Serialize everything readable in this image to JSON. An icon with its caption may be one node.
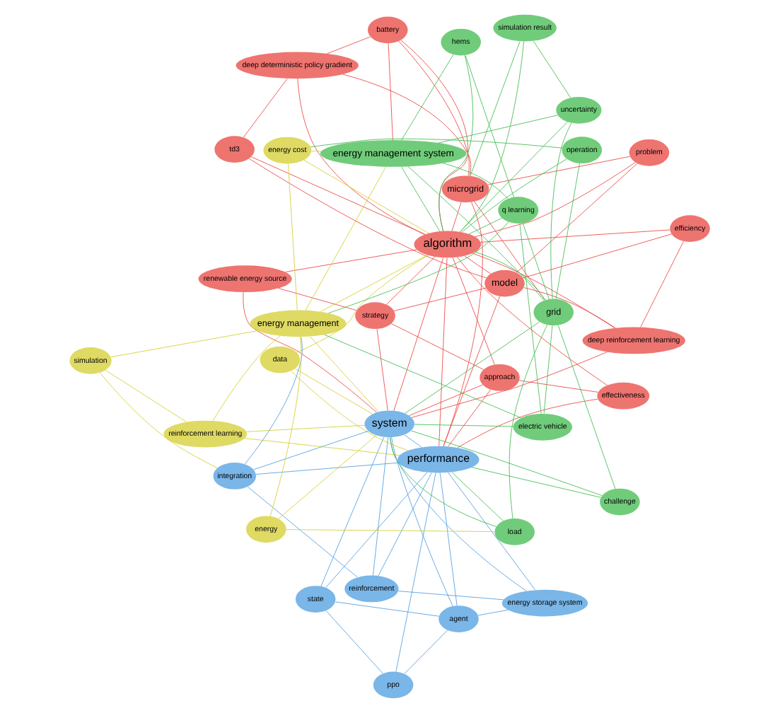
{
  "diagram": {
    "nodes": [
      {
        "text": [
          "td3"
        ]
      },
      {
        "text": [
          "efficiency"
        ]
      },
      {
        "text": [
          "deep reinforcement learning"
        ]
      },
      {
        "text": [
          "renewable energy source"
        ]
      },
      {
        "text": [
          "model"
        ]
      },
      {
        "text": [
          "deep deterministic policy gradient"
        ]
      },
      {
        "text": [
          "strategy"
        ]
      },
      {
        "text": [
          "problem"
        ]
      },
      {
        "text": [
          "battery"
        ]
      },
      {
        "text": [
          "effectiveness"
        ]
      },
      {
        "text": [
          "ppo"
        ]
      },
      {
        "text": [
          "state"
        ]
      },
      {
        "text": [
          "approach"
        ]
      },
      {
        "text": [
          "microgrid"
        ]
      },
      {
        "text": [
          "simulation result"
        ]
      },
      {
        "text": [
          "agent"
        ]
      },
      {
        "text": [
          "energy storage system"
        ]
      },
      {
        "text": [
          "algorithm"
        ]
      },
      {
        "text": [
          "performance"
        ]
      },
      {
        "text": [
          "uncertainty"
        ]
      },
      {
        "text": [
          "hems"
        ]
      },
      {
        "text": [
          "data"
        ]
      },
      {
        "text": [
          "operation"
        ]
      },
      {
        "text": [
          "reinforcement"
        ]
      },
      {
        "text": [
          "energy cost"
        ]
      },
      {
        "text": [
          "challenge"
        ]
      },
      {
        "text": [
          "energy management system"
        ]
      },
      {
        "text": [
          "reinforcement learning"
        ]
      },
      {
        "text": [
          "system"
        ]
      },
      {
        "text": [
          "load"
        ]
      },
      {
        "text": [
          "grid"
        ]
      },
      {
        "text": [
          "simulation"
        ]
      },
      {
        "text": [
          "integration"
        ]
      },
      {
        "text": [
          "energy"
        ]
      },
      {
        "text": [
          "electric vehicle"
        ]
      },
      {
        "text": [
          "q learning"
        ]
      },
      {
        "text": [
          "energy management"
        ]
      }
    ],
    "edges": [
      {
        "from": 17,
        "to": 18,
        "arrow": "none",
        "color": "#e8413c"
      },
      {
        "from": 17,
        "to": 28,
        "arrow": "none",
        "color": "#e8413c"
      },
      {
        "from": 18,
        "to": 28,
        "arrow": "none",
        "color": "#4a9be0"
      },
      {
        "from": 0,
        "to": 17,
        "arrow": "none",
        "color": "#e8413c"
      },
      {
        "from": 0,
        "to": 5,
        "arrow": "none",
        "color": "#e8413c"
      },
      {
        "from": 0,
        "to": 4,
        "arrow": "none",
        "color": "#e8413c"
      },
      {
        "from": 1,
        "to": 17,
        "arrow": "none",
        "color": "#e8413c"
      },
      {
        "from": 1,
        "to": 2,
        "arrow": "none",
        "color": "#e8413c"
      },
      {
        "from": 1,
        "to": 4,
        "arrow": "none",
        "color": "#e8413c"
      },
      {
        "from": 2,
        "to": 17,
        "arrow": "none",
        "color": "#e8413c"
      },
      {
        "from": 2,
        "to": 4,
        "arrow": "none",
        "color": "#e8413c"
      },
      {
        "from": 2,
        "to": 28,
        "arrow": "none",
        "color": "#e8413c"
      },
      {
        "from": 3,
        "to": 17,
        "arrow": "none",
        "color": "#e8413c"
      },
      {
        "from": 3,
        "to": 6,
        "arrow": "none",
        "color": "#e8413c"
      },
      {
        "from": 3,
        "to": 28,
        "arrow": "none",
        "color": "#e8413c"
      },
      {
        "from": 4,
        "to": 17,
        "arrow": "none",
        "color": "#e8413c"
      },
      {
        "from": 4,
        "to": 18,
        "arrow": "none",
        "color": "#e8413c"
      },
      {
        "from": 4,
        "to": 6,
        "arrow": "none",
        "color": "#e8413c"
      },
      {
        "from": 5,
        "to": 17,
        "arrow": "none",
        "color": "#e8413c"
      },
      {
        "from": 5,
        "to": 8,
        "arrow": "none",
        "color": "#e8413c"
      },
      {
        "from": 5,
        "to": 13,
        "arrow": "none",
        "color": "#e8413c"
      },
      {
        "from": 6,
        "to": 17,
        "arrow": "none",
        "color": "#e8413c"
      },
      {
        "from": 6,
        "to": 12,
        "arrow": "none",
        "color": "#e8413c"
      },
      {
        "from": 6,
        "to": 28,
        "arrow": "none",
        "color": "#e8413c"
      },
      {
        "from": 7,
        "to": 17,
        "arrow": "none",
        "color": "#e8413c"
      },
      {
        "from": 7,
        "to": 4,
        "arrow": "none",
        "color": "#e8413c"
      },
      {
        "from": 7,
        "to": 13,
        "arrow": "none",
        "color": "#e8413c"
      },
      {
        "from": 8,
        "to": 17,
        "arrow": "none",
        "color": "#e8413c"
      },
      {
        "from": 8,
        "to": 13,
        "arrow": "none",
        "color": "#e8413c"
      },
      {
        "from": 8,
        "to": 26,
        "arrow": "none",
        "color": "#e8413c"
      },
      {
        "from": 9,
        "to": 17,
        "arrow": "none",
        "color": "#e8413c"
      },
      {
        "from": 9,
        "to": 12,
        "arrow": "none",
        "color": "#e8413c"
      },
      {
        "from": 9,
        "to": 18,
        "arrow": "none",
        "color": "#e8413c"
      },
      {
        "from": 12,
        "to": 17,
        "arrow": "none",
        "color": "#e8413c"
      },
      {
        "from": 12,
        "to": 18,
        "arrow": "none",
        "color": "#e8413c"
      },
      {
        "from": 12,
        "to": 28,
        "arrow": "none",
        "color": "#e8413c"
      },
      {
        "from": 13,
        "to": 17,
        "arrow": "none",
        "color": "#e8413c"
      },
      {
        "from": 13,
        "to": 18,
        "arrow": "none",
        "color": "#e8413c"
      },
      {
        "from": 13,
        "to": 30,
        "arrow": "none",
        "color": "#e8413c"
      },
      {
        "from": 10,
        "to": 11,
        "arrow": "none",
        "color": "#4a9be0"
      },
      {
        "from": 10,
        "to": 15,
        "arrow": "none",
        "color": "#4a9be0"
      },
      {
        "from": 10,
        "to": 18,
        "arrow": "none",
        "color": "#4a9be0"
      },
      {
        "from": 11,
        "to": 18,
        "arrow": "none",
        "color": "#4a9be0"
      },
      {
        "from": 11,
        "to": 15,
        "arrow": "none",
        "color": "#4a9be0"
      },
      {
        "from": 11,
        "to": 28,
        "arrow": "none",
        "color": "#4a9be0"
      },
      {
        "from": 15,
        "to": 18,
        "arrow": "none",
        "color": "#4a9be0"
      },
      {
        "from": 15,
        "to": 16,
        "arrow": "none",
        "color": "#4a9be0"
      },
      {
        "from": 15,
        "to": 28,
        "arrow": "none",
        "color": "#4a9be0"
      },
      {
        "from": 16,
        "to": 18,
        "arrow": "none",
        "color": "#4a9be0"
      },
      {
        "from": 16,
        "to": 23,
        "arrow": "none",
        "color": "#4a9be0"
      },
      {
        "from": 16,
        "to": 28,
        "arrow": "none",
        "color": "#4a9be0"
      },
      {
        "from": 23,
        "to": 18,
        "arrow": "none",
        "color": "#4a9be0"
      },
      {
        "from": 23,
        "to": 28,
        "arrow": "none",
        "color": "#4a9be0"
      },
      {
        "from": 23,
        "to": 32,
        "arrow": "none",
        "color": "#4a9be0"
      },
      {
        "from": 32,
        "to": 28,
        "arrow": "none",
        "color": "#4a9be0"
      },
      {
        "from": 32,
        "to": 18,
        "arrow": "none",
        "color": "#4a9be0"
      },
      {
        "from": 32,
        "to": 36,
        "arrow": "none",
        "color": "#4a9be0"
      },
      {
        "from": 14,
        "to": 17,
        "arrow": "none",
        "color": "#3cb94a"
      },
      {
        "from": 14,
        "to": 13,
        "arrow": "none",
        "color": "#3cb94a"
      },
      {
        "from": 14,
        "to": 19,
        "arrow": "none",
        "color": "#3cb94a"
      },
      {
        "from": 19,
        "to": 17,
        "arrow": "none",
        "color": "#3cb94a"
      },
      {
        "from": 19,
        "to": 30,
        "arrow": "none",
        "color": "#3cb94a"
      },
      {
        "from": 19,
        "to": 26,
        "arrow": "none",
        "color": "#3cb94a"
      },
      {
        "from": 20,
        "to": 26,
        "arrow": "none",
        "color": "#3cb94a"
      },
      {
        "from": 20,
        "to": 17,
        "arrow": "none",
        "color": "#3cb94a"
      },
      {
        "from": 20,
        "to": 35,
        "arrow": "none",
        "color": "#3cb94a"
      },
      {
        "from": 22,
        "to": 17,
        "arrow": "none",
        "color": "#3cb94a"
      },
      {
        "from": 22,
        "to": 30,
        "arrow": "none",
        "color": "#3cb94a"
      },
      {
        "from": 22,
        "to": 24,
        "arrow": "none",
        "color": "#3cb94a"
      },
      {
        "from": 25,
        "to": 18,
        "arrow": "none",
        "color": "#3cb94a"
      },
      {
        "from": 25,
        "to": 28,
        "arrow": "none",
        "color": "#3cb94a"
      },
      {
        "from": 25,
        "to": 30,
        "arrow": "none",
        "color": "#3cb94a"
      },
      {
        "from": 26,
        "to": 17,
        "arrow": "none",
        "color": "#3cb94a"
      },
      {
        "from": 26,
        "to": 30,
        "arrow": "none",
        "color": "#3cb94a"
      },
      {
        "from": 26,
        "to": 35,
        "arrow": "none",
        "color": "#3cb94a"
      },
      {
        "from": 29,
        "to": 28,
        "arrow": "none",
        "color": "#3cb94a"
      },
      {
        "from": 29,
        "to": 30,
        "arrow": "none",
        "color": "#3cb94a"
      },
      {
        "from": 29,
        "to": 18,
        "arrow": "none",
        "color": "#3cb94a"
      },
      {
        "from": 30,
        "to": 17,
        "arrow": "none",
        "color": "#3cb94a"
      },
      {
        "from": 30,
        "to": 28,
        "arrow": "none",
        "color": "#3cb94a"
      },
      {
        "from": 30,
        "to": 34,
        "arrow": "none",
        "color": "#3cb94a"
      },
      {
        "from": 34,
        "to": 28,
        "arrow": "none",
        "color": "#3cb94a"
      },
      {
        "from": 34,
        "to": 35,
        "arrow": "none",
        "color": "#3cb94a"
      },
      {
        "from": 34,
        "to": 36,
        "arrow": "none",
        "color": "#3cb94a"
      },
      {
        "from": 35,
        "to": 17,
        "arrow": "none",
        "color": "#3cb94a"
      },
      {
        "from": 35,
        "to": 36,
        "arrow": "none",
        "color": "#3cb94a"
      },
      {
        "from": 35,
        "to": 30,
        "arrow": "none",
        "color": "#3cb94a"
      },
      {
        "from": 21,
        "to": 17,
        "arrow": "none",
        "color": "#d4cc2a"
      },
      {
        "from": 21,
        "to": 18,
        "arrow": "none",
        "color": "#d4cc2a"
      },
      {
        "from": 21,
        "to": 28,
        "arrow": "none",
        "color": "#d4cc2a"
      },
      {
        "from": 24,
        "to": 17,
        "arrow": "none",
        "color": "#d4cc2a"
      },
      {
        "from": 24,
        "to": 26,
        "arrow": "none",
        "color": "#d4cc2a"
      },
      {
        "from": 24,
        "to": 36,
        "arrow": "none",
        "color": "#d4cc2a"
      },
      {
        "from": 27,
        "to": 28,
        "arrow": "none",
        "color": "#d4cc2a"
      },
      {
        "from": 27,
        "to": 18,
        "arrow": "none",
        "color": "#d4cc2a"
      },
      {
        "from": 27,
        "to": 36,
        "arrow": "none",
        "color": "#d4cc2a"
      },
      {
        "from": 31,
        "to": 36,
        "arrow": "none",
        "color": "#d4cc2a"
      },
      {
        "from": 31,
        "to": 32,
        "arrow": "none",
        "color": "#d4cc2a"
      },
      {
        "from": 31,
        "to": 27,
        "arrow": "none",
        "color": "#d4cc2a"
      },
      {
        "from": 33,
        "to": 36,
        "arrow": "none",
        "color": "#d4cc2a"
      },
      {
        "from": 33,
        "to": 28,
        "arrow": "none",
        "color": "#d4cc2a"
      },
      {
        "from": 33,
        "to": 29,
        "arrow": "none",
        "color": "#d4cc2a"
      },
      {
        "from": 36,
        "to": 17,
        "arrow": "none",
        "color": "#d4cc2a"
      },
      {
        "from": 36,
        "to": 28,
        "arrow": "none",
        "color": "#d4cc2a"
      },
      {
        "from": 36,
        "to": 26,
        "arrow": "none",
        "color": "#d4cc2a"
      }
    ]
  }
}
